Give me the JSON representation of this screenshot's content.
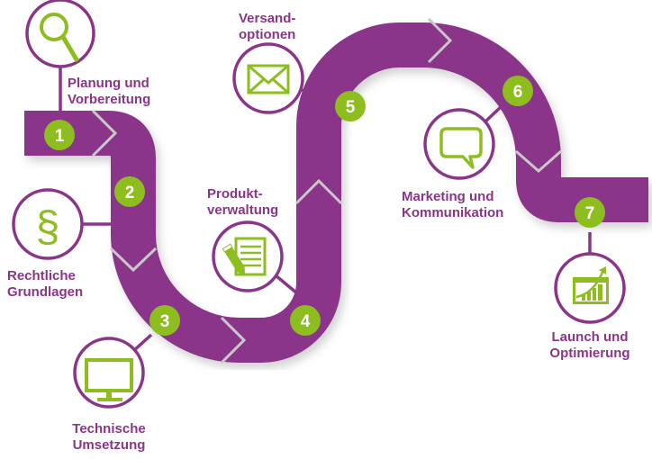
{
  "colors": {
    "road": "#8a3589",
    "chevron": "#c8c8c8",
    "badge": "#8dbd1f",
    "icon": "#8dbd1f",
    "circle_stroke": "#8a3589",
    "label": "#8a3589"
  },
  "steps": [
    {
      "number": "1",
      "label": "Planung und\nVorbereitung",
      "icon": "magnifier-icon"
    },
    {
      "number": "2",
      "label": "Rechtliche\nGrundlagen",
      "icon": "paragraph-icon"
    },
    {
      "number": "3",
      "label": "Technische\nUmsetzung",
      "icon": "monitor-icon"
    },
    {
      "number": "4",
      "label": "Produkt-\nverwaltung",
      "icon": "document-pencil-icon"
    },
    {
      "number": "5",
      "label": "Versand-\noptionen",
      "icon": "envelope-icon"
    },
    {
      "number": "6",
      "label": "Marketing und\nKommunikation",
      "icon": "speech-bubble-icon"
    },
    {
      "number": "7",
      "label": "Launch und\nOptimierung",
      "icon": "growth-chart-icon"
    }
  ]
}
